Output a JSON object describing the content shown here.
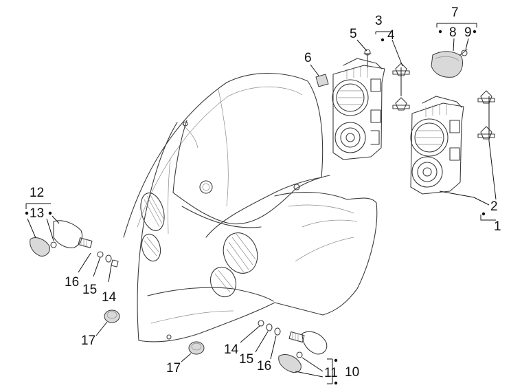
{
  "callouts": {
    "c1": "1",
    "c2": "2",
    "c3": "3",
    "c4": "4",
    "c5": "5",
    "c6": "6",
    "c7": "7",
    "c8": "8",
    "c9": "9",
    "c10": "10",
    "c11": "11",
    "c12": "12",
    "c13": "13",
    "c14a": "14",
    "c14b": "14",
    "c15a": "15",
    "c15b": "15",
    "c16a": "16",
    "c16b": "16",
    "c17a": "17",
    "c17b": "17"
  }
}
